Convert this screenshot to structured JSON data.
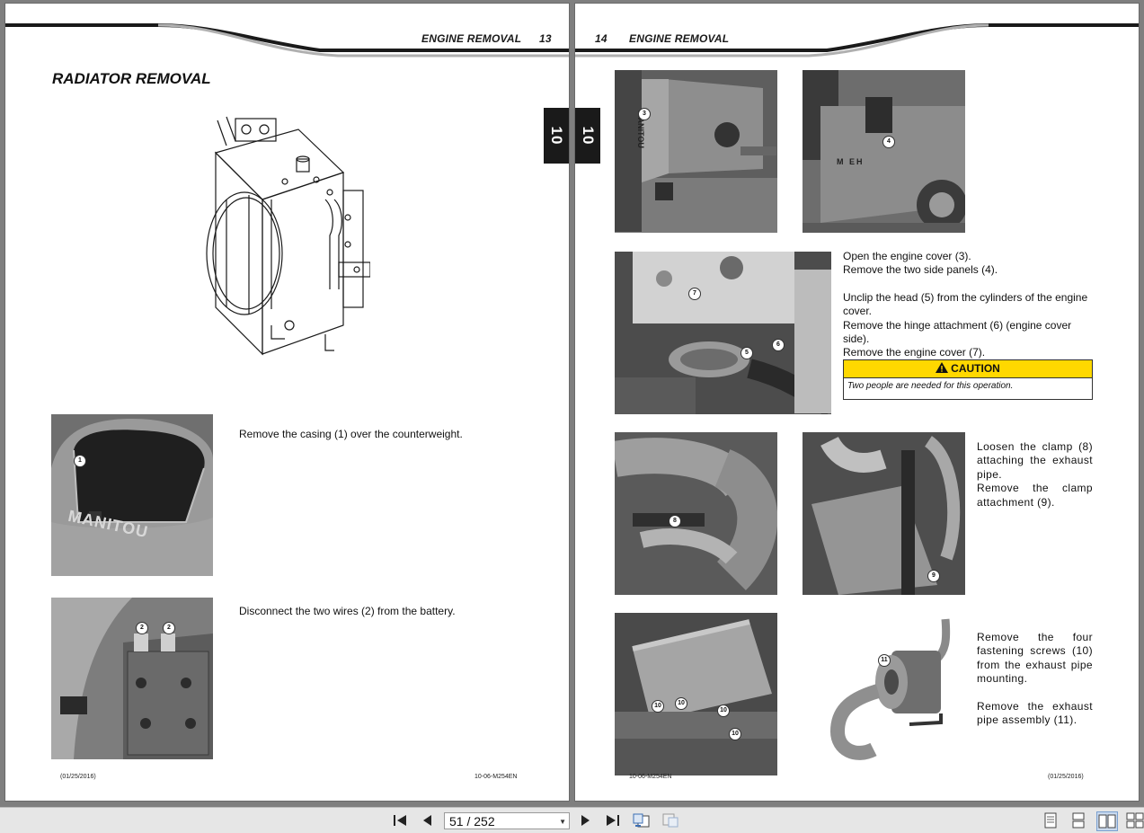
{
  "left_page": {
    "header_title": "ENGINE REMOVAL",
    "page_number": "13",
    "chapter_tab": "10",
    "section_title": "RADIATOR REMOVAL",
    "step1_text": "Remove the casing (1) over the counterweight.",
    "step2_text": "Disconnect the two wires (2) from the battery.",
    "photo1_brand": "MANITOU",
    "footer_date": "(01/25/2016)",
    "footer_code": "10-06-M254EN"
  },
  "right_page": {
    "header_title": "ENGINE REMOVAL",
    "page_number": "14",
    "chapter_tab": "10",
    "photo_a_brand": "MANITOU",
    "photo_b_brand": "M   EH",
    "instructions": [
      "Open the engine cover (3).",
      "Remove the two side panels (4).",
      "Unclip the head (5) from the cylinders of the engine cover.",
      "Remove the hinge attachment (6) (engine cover side).",
      "Remove the engine cover (7)."
    ],
    "caution_label": "CAUTION",
    "caution_text": "Two people are needed for this operation.",
    "exhaust_text_1": "Loosen the clamp (8) attaching the exhaust pipe.",
    "exhaust_text_2": "Remove the clamp attachment (9).",
    "screws_text": "Remove the four fastening screws (10) from the exhaust pipe mounting.",
    "assembly_text": "Remove the exhaust pipe assembly (11).",
    "footer_code": "10-06-M254EN",
    "footer_date": "(01/25/2016)"
  },
  "callouts": {
    "c1": "1",
    "c2": "2",
    "c3": "3",
    "c4": "4",
    "c5": "5",
    "c6": "6",
    "c7": "7",
    "c8": "8",
    "c9": "9",
    "c10": "10",
    "c11": "11"
  },
  "toolbar": {
    "page_indicator": "51 / 252"
  },
  "colors": {
    "caution_yellow": "#ffd800",
    "viewer_background": "#7f7f7f",
    "toolbar": "#e6e6e6"
  }
}
